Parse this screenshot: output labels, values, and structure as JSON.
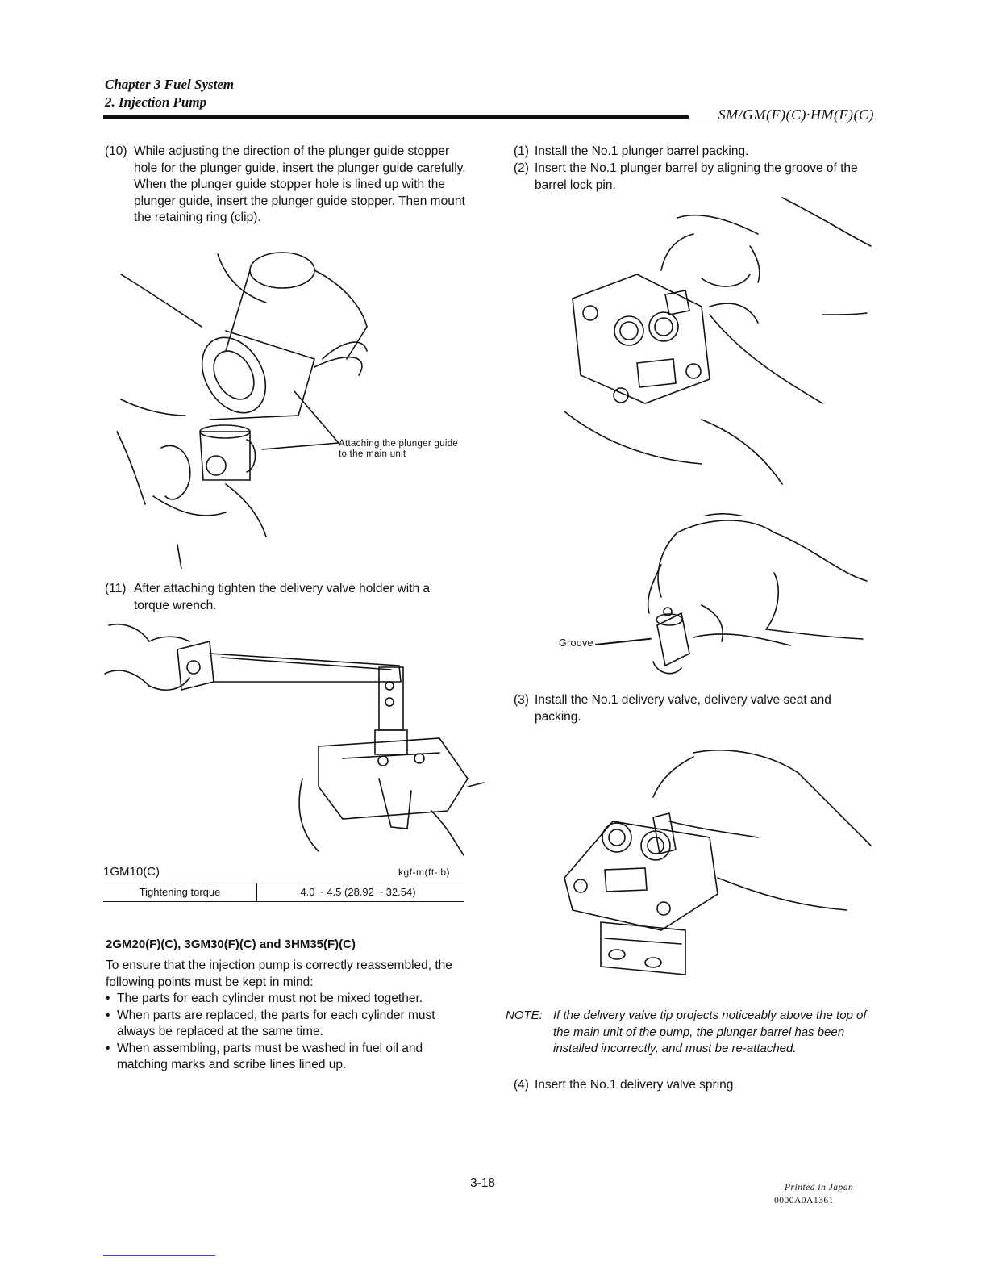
{
  "header": {
    "chapter": "Chapter 3 Fuel System",
    "section": "2. Injection Pump",
    "models": "SM/GM(F)(C)·HM(F)(C)"
  },
  "left": {
    "step10": {
      "num": "(10)",
      "lines": [
        "While adjusting the direction of the plunger guide stopper hole for the plunger guide, insert the plunger guide carefully.",
        "When the plunger guide stopper hole is lined up with the plunger guide, insert the plunger guide stopper. Then mount the retaining ring (clip)."
      ]
    },
    "fig1_label_line1": "Attaching the plunger guide",
    "fig1_label_line2": "to the main unit",
    "step11": {
      "num": "(11)",
      "text": "After attaching tighten the delivery valve holder with a torque wrench."
    },
    "torque": {
      "model": "1GM10(C)",
      "unit": "kgf-m(ft-lb)",
      "label": "Tightening torque",
      "value": "4.0 ~ 4.5 (28.92 ~ 32.54)"
    },
    "subheading": "2GM20(F)(C), 3GM30(F)(C) and 3HM35(F)(C)",
    "intro": "To ensure that the injection pump is correctly reassembled, the following points must be kept in mind:",
    "bullets": [
      "The parts for each cylinder must not be mixed together.",
      "When parts are replaced, the parts for each cylinder must always be replaced at the same time.",
      "When assembling, parts must be washed in fuel oil and matching marks and scribe lines lined up."
    ]
  },
  "right": {
    "step1": {
      "num": "(1)",
      "text": "Install the No.1 plunger barrel packing."
    },
    "step2": {
      "num": "(2)",
      "text": "Insert the No.1 plunger barrel by aligning the groove of the barrel lock pin."
    },
    "groove_label": "Groove",
    "step3": {
      "num": "(3)",
      "text": "Install the No.1 delivery valve, delivery valve seat and packing."
    },
    "note_label": "NOTE:",
    "note_text": "If the delivery valve tip projects noticeably above the top of the main unit of the pump, the plunger barrel has been installed incorrectly, and must be re-attached.",
    "step4": {
      "num": "(4)",
      "text": "Insert the No.1 delivery valve spring."
    }
  },
  "footer": {
    "page": "3-18",
    "printed": "Printed in Japan",
    "code": "0000A0A1361"
  }
}
